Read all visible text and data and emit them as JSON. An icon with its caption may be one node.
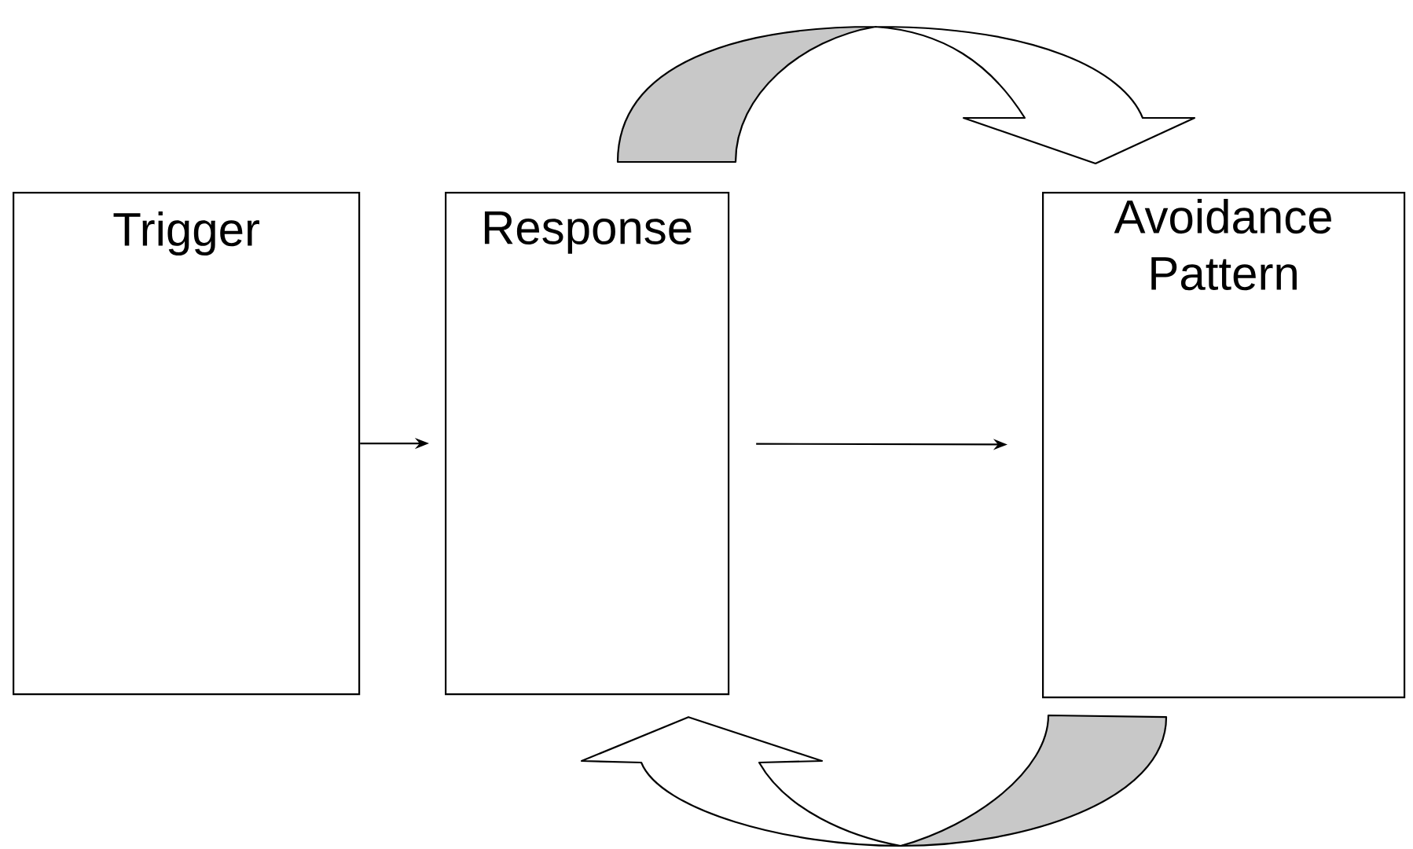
{
  "diagram": {
    "nodes": [
      {
        "text": [
          "Trigger"
        ]
      },
      {
        "text": [
          "Response"
        ]
      },
      {
        "text": [
          "Avoidance Pattern"
        ]
      }
    ],
    "edges": [
      {
        "from": 0,
        "to": 1,
        "arrow": "to"
      },
      {
        "from": 1,
        "to": 2,
        "arrow": "to"
      },
      {
        "from": 1,
        "to": 2,
        "arrow": "to"
      },
      {
        "from": 2,
        "to": 1,
        "arrow": "to"
      }
    ]
  }
}
